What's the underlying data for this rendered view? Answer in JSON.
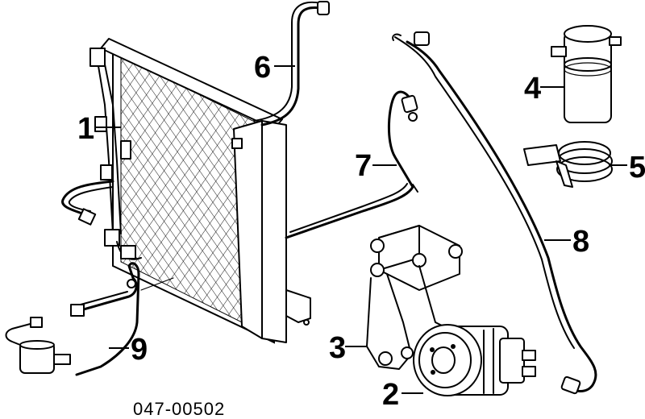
{
  "diagram": {
    "part_number": "047-00502",
    "callouts": [
      {
        "id": "1",
        "label": "1"
      },
      {
        "id": "2",
        "label": "2"
      },
      {
        "id": "3",
        "label": "3"
      },
      {
        "id": "4",
        "label": "4"
      },
      {
        "id": "5",
        "label": "5"
      },
      {
        "id": "6",
        "label": "6"
      },
      {
        "id": "7",
        "label": "7"
      },
      {
        "id": "8",
        "label": "8"
      },
      {
        "id": "9",
        "label": "9"
      }
    ]
  }
}
